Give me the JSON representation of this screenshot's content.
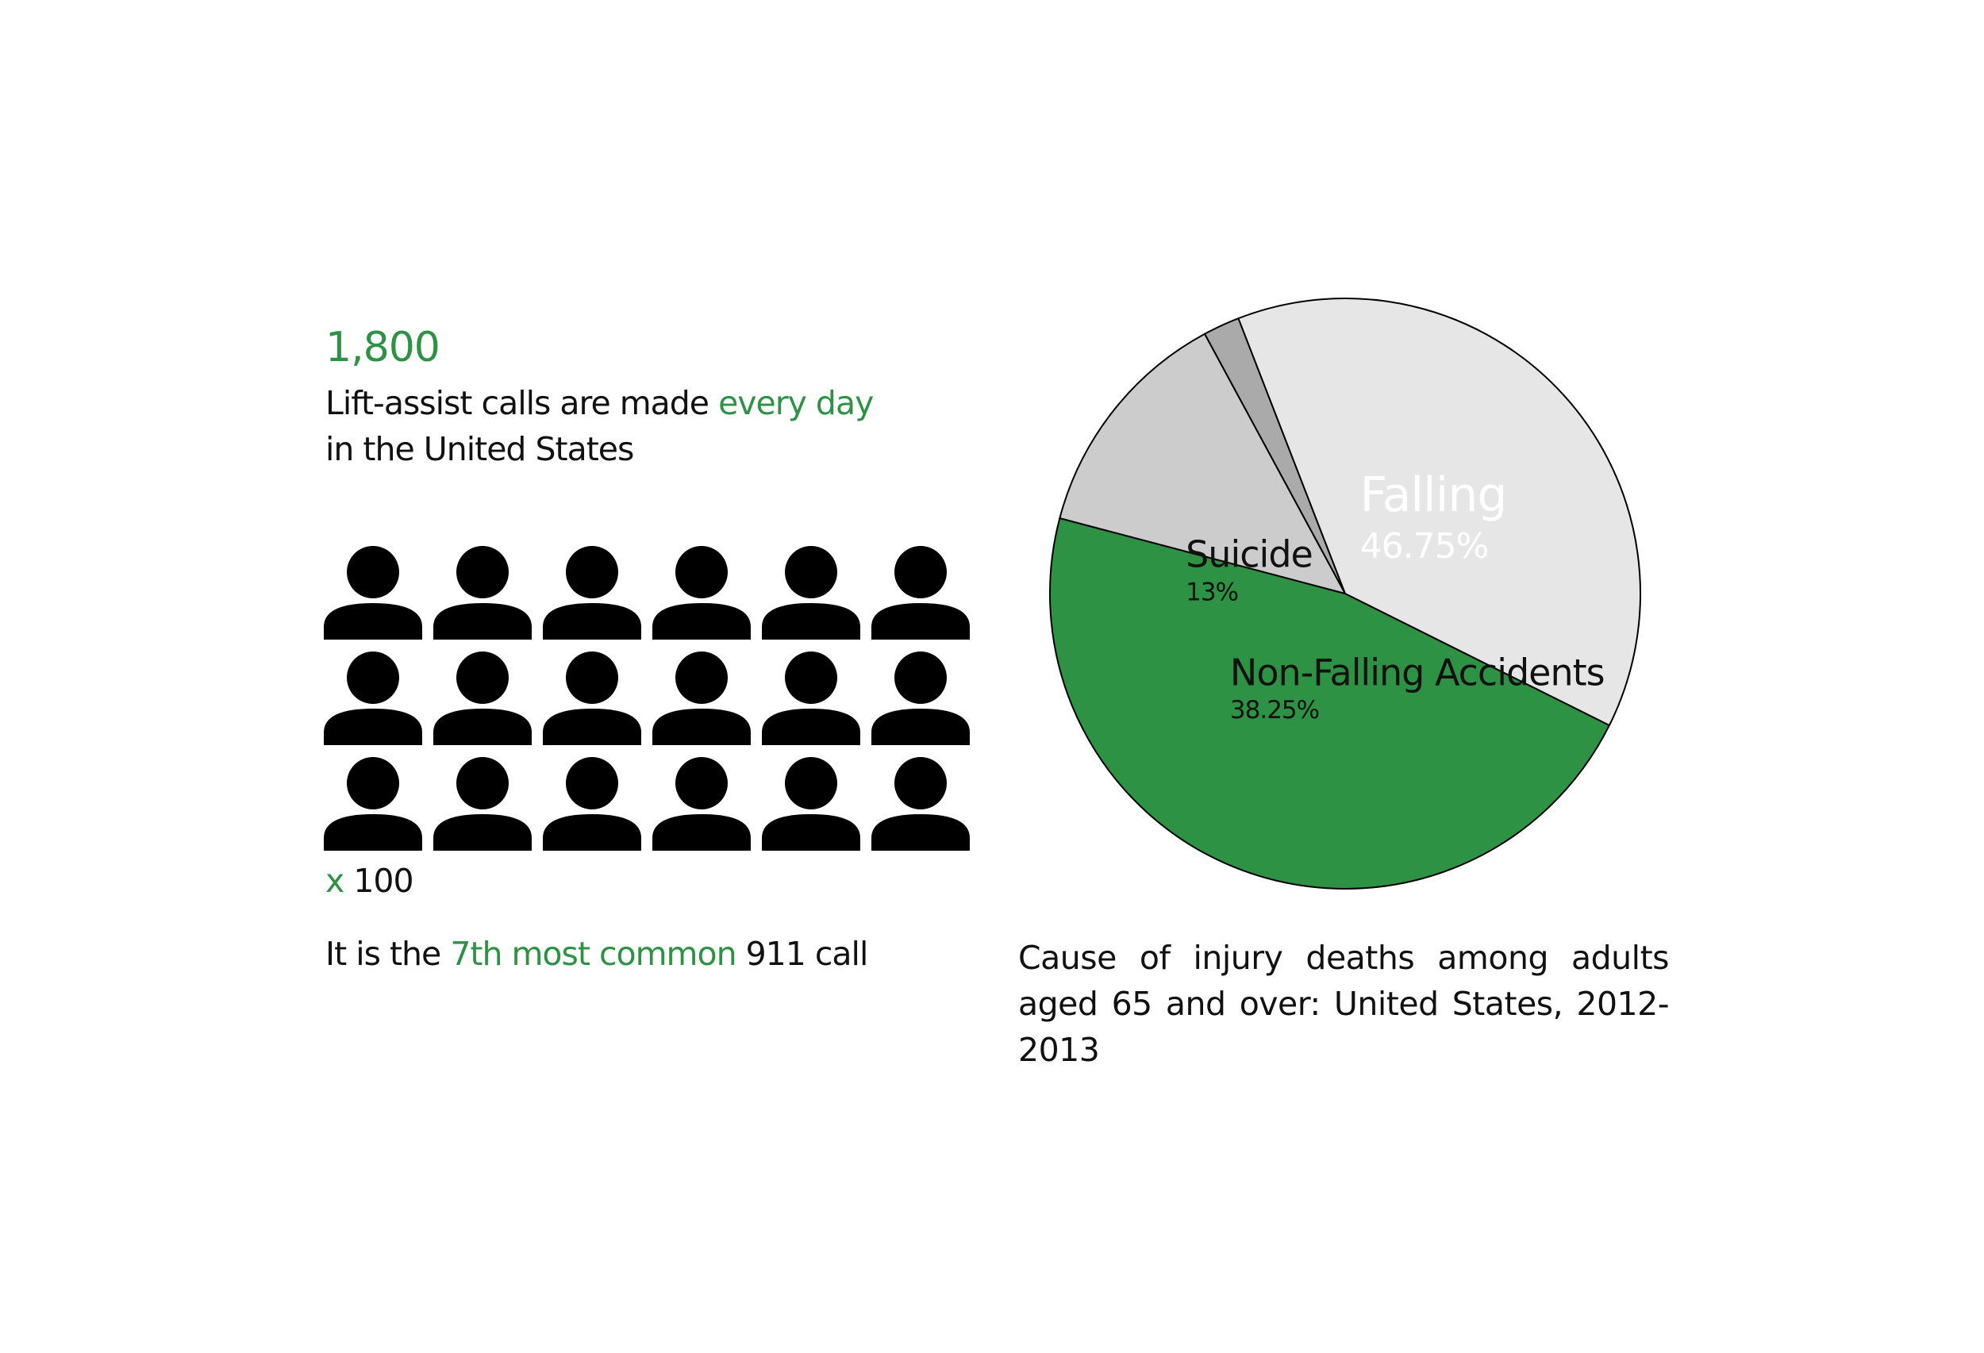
{
  "infographic": {
    "stat_number": "1,800",
    "stat_text_a": "Lift-assist calls are made ",
    "stat_text_highlight": "every day",
    "stat_text_b": " in the United States",
    "multiplier_symbol": "x",
    "multiplier_value": "100",
    "icon_count": 18,
    "icon_columns": 6,
    "icon_name": "person-icon",
    "footnote_a": "It is the ",
    "footnote_highlight": "7th most common",
    "footnote_b": " 911 call"
  },
  "colors": {
    "accent": "#2e9244",
    "text": "#111111",
    "falling": "#2e9244",
    "suicide": "#cccccc",
    "other": "#aaaaaa",
    "non_falling": "#e6e6e6"
  },
  "chart_data": {
    "type": "pie",
    "title": "Cause of injury deaths among adults aged 65 and over: United States, 2012-2013",
    "slices": [
      {
        "label": "Falling",
        "value": 46.75,
        "value_label": "46.75%",
        "color": "#2e9244"
      },
      {
        "label": "Suicide",
        "value": 13,
        "value_label": "13%",
        "color": "#cccccc"
      },
      {
        "label": "",
        "value": 2,
        "value_label": "",
        "color": "#aaaaaa"
      },
      {
        "label": "Non-Falling Accidents",
        "value": 38.25,
        "value_label": "38.25%",
        "color": "#e6e6e6"
      }
    ]
  }
}
